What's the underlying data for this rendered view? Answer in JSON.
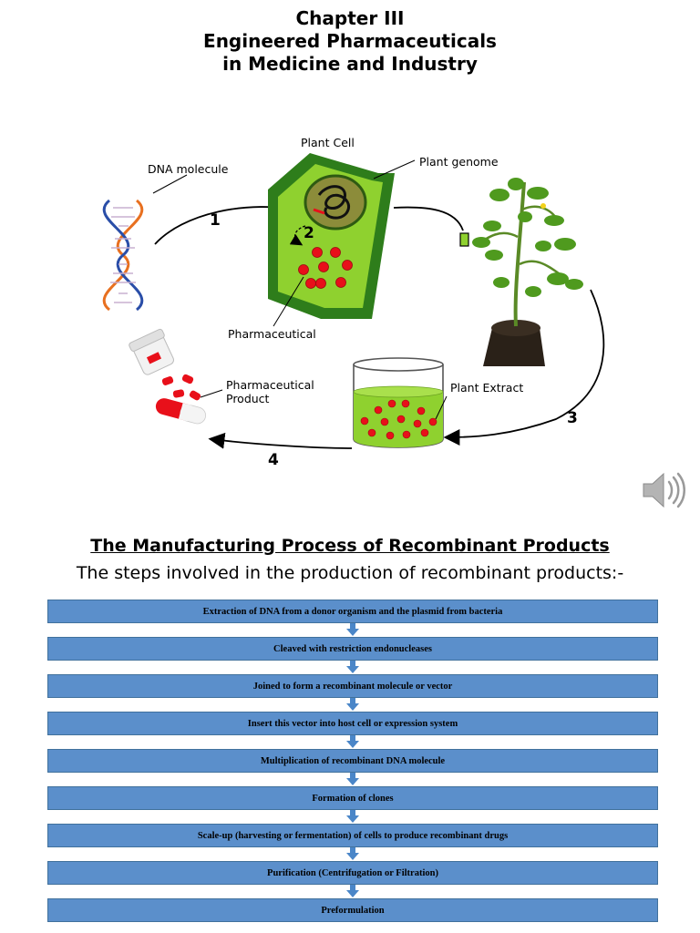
{
  "header": {
    "line1": "Chapter III",
    "line2": "Engineered Pharmaceuticals",
    "line3": "in Medicine and Industry"
  },
  "figure": {
    "labels": {
      "plant_cell": "Plant Cell",
      "dna_molecule": "DNA molecule",
      "plant_genome": "Plant genome",
      "pharmaceutical": "Pharmaceutical",
      "pharmaceutical_product_1": "Pharmaceutical",
      "pharmaceutical_product_2": "Product",
      "plant_extract": "Plant Extract"
    },
    "steps": [
      "1",
      "2",
      "3",
      "4"
    ]
  },
  "section": {
    "title": "The Manufacturing Process of Recombinant Products",
    "subtitle": "The steps involved in the production of recombinant products:-"
  },
  "flow_steps": [
    "Extraction of DNA from a donor organism and the plasmid from bacteria",
    "Cleaved with restriction endonucleases",
    "Joined to form a recombinant molecule or vector",
    "Insert this vector into host cell or expression system",
    "Multiplication of recombinant DNA molecule",
    "Formation of clones",
    "Scale-up (harvesting or fermentation) of cells to produce recombinant drugs",
    "Purification (Centrifugation or Filtration)",
    "Preformulation"
  ],
  "colors": {
    "step_fill": "#5b8fcb",
    "step_border": "#41719c",
    "cell_wall": "#2e7d1b",
    "cytoplasm": "#8fd12f",
    "pharmaceutical_dot": "#e8101a"
  },
  "icons": [
    "speaker-icon",
    "dna-icon",
    "plant-icon",
    "pills-icon"
  ]
}
